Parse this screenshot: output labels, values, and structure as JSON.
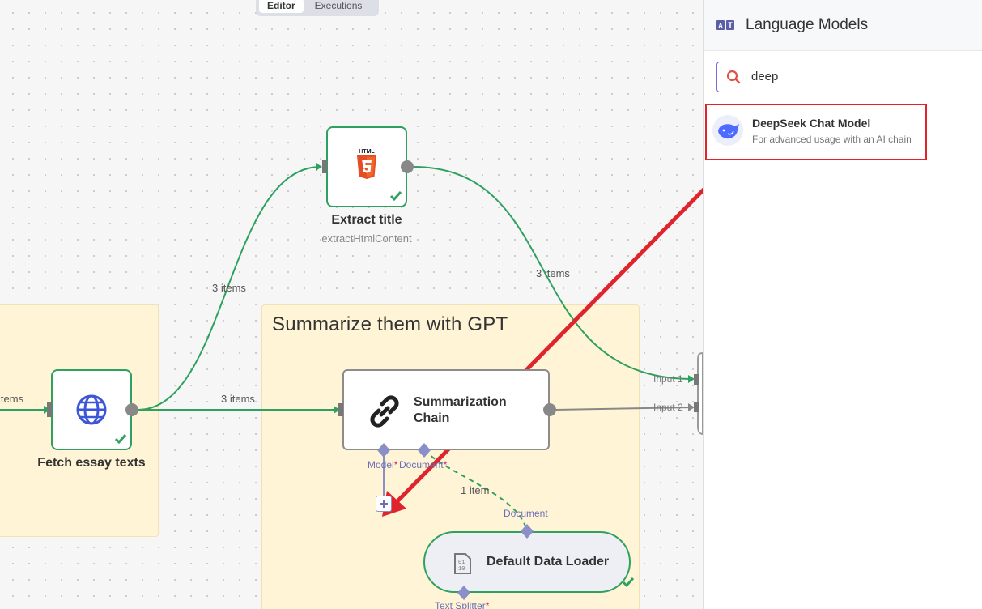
{
  "editor_tabs": {
    "editor": "Editor",
    "executions": "Executions"
  },
  "sticky_note": {
    "title": "Summarize them with GPT"
  },
  "nodes": {
    "extract": {
      "label": "Extract title",
      "subtitle": "extractHtmlContent",
      "icon": "html5-icon"
    },
    "fetch": {
      "label": "Fetch essay texts",
      "icon": "globe-icon"
    },
    "summarization": {
      "label_line1": "Summarization",
      "label_line2": "Chain",
      "icon": "chain-link-icon"
    },
    "loader": {
      "label": "Default Data Loader",
      "icon": "binary-file-icon"
    }
  },
  "edges": {
    "left_incoming": "items",
    "fetch_to_extract": "3 items",
    "fetch_to_summ": "3 items",
    "extract_to_merge": "3 items",
    "doc_to_loader": "1 item"
  },
  "ports": {
    "model": "Model",
    "document": "Document",
    "loader_document": "Document",
    "text_splitter": "Text Splitter",
    "input1": "Input 1",
    "input2": "Input 2",
    "required_mark": "*"
  },
  "panel": {
    "title": "Language Models",
    "search_value": "deep",
    "results": [
      {
        "title": "DeepSeek Chat Model",
        "description": "For advanced usage with an AI chain",
        "icon": "deepseek-whale-icon"
      }
    ]
  },
  "colors": {
    "success": "#2ea05f",
    "sticky": "#fff5d6",
    "ai_port": "#8a8fc8",
    "annotation_red": "#e0242b"
  }
}
